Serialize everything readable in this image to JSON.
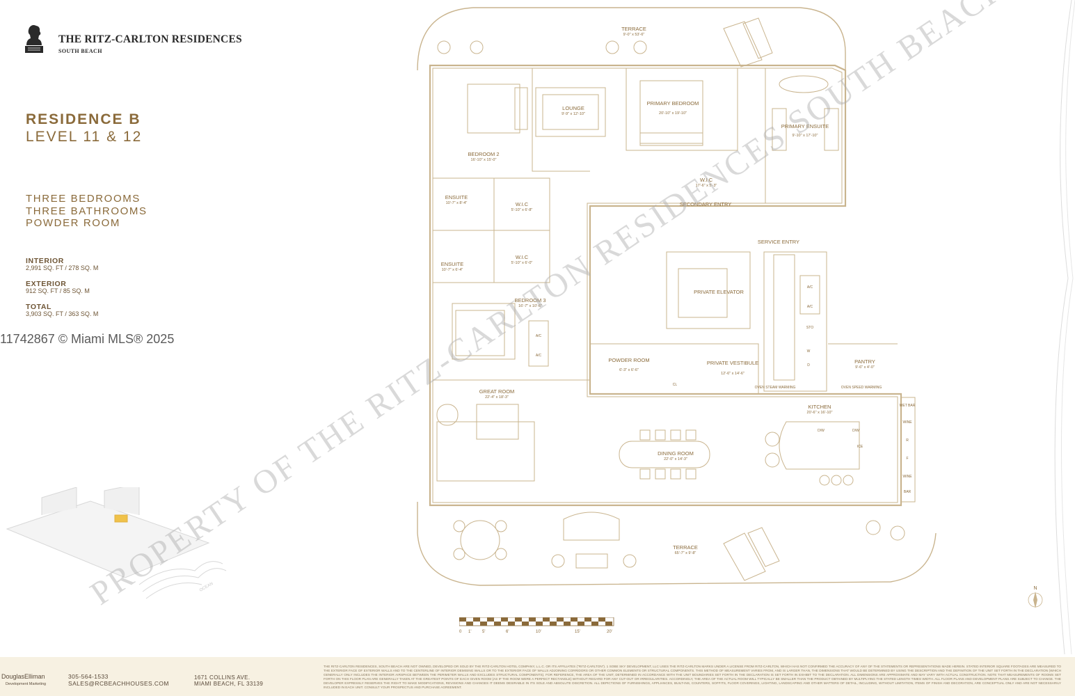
{
  "brand": {
    "name": "THE RITZ-CARLTON RESIDENCES",
    "location": "SOUTH BEACH"
  },
  "residence": {
    "title": "RESIDENCE B",
    "level": "LEVEL 11 & 12",
    "features": [
      "THREE BEDROOMS",
      "THREE BATHROOMS",
      "POWDER ROOM"
    ],
    "areas": [
      {
        "label": "INTERIOR",
        "value": "2,991 SQ. FT / 278 SQ. M"
      },
      {
        "label": "EXTERIOR",
        "value": "912 SQ. FT / 85 SQ. M"
      },
      {
        "label": "TOTAL",
        "value": "3,903 SQ. FT / 363 SQ. M"
      }
    ]
  },
  "mls_watermark": "11742867 © Miami MLS® 2025",
  "property_watermark": "PROPERTY OF THE RITZ-CARLTON RESIDENCES SOUTH BEACH",
  "ocean_label": "OCEAN",
  "north_label": "N",
  "rooms": [
    {
      "id": "terrace-top",
      "name": "TERRACE",
      "dims": "9'-0\" x 53'-6\""
    },
    {
      "id": "lounge",
      "name": "LOUNGE",
      "dims": "9'-9\" x 12'-10\""
    },
    {
      "id": "primary-bedroom",
      "name": "PRIMARY BEDROOM",
      "dims": "20'-10\" x 19'-10\""
    },
    {
      "id": "primary-ensuite",
      "name": "PRIMARY ENSUITE",
      "dims": "9'-10\" x 17'-10\""
    },
    {
      "id": "bedroom-2",
      "name": "BEDROOM 2",
      "dims": "16'-10\" x 15'-0\""
    },
    {
      "id": "wic-primary",
      "name": "W.I.C",
      "dims": "17'-6\" x 5'-3\""
    },
    {
      "id": "secondary-entry",
      "name": "SECONDARY ENTRY",
      "dims": ""
    },
    {
      "id": "ensuite-1",
      "name": "ENSUITE",
      "dims": "10'-7\" x 8'-4\""
    },
    {
      "id": "wic-1",
      "name": "W.I.C",
      "dims": "5'-10\" x 6'-8\""
    },
    {
      "id": "service-entry",
      "name": "SERVICE ENTRY",
      "dims": ""
    },
    {
      "id": "ensuite-2",
      "name": "ENSUITE",
      "dims": "10'-7\" x 6'-4\""
    },
    {
      "id": "wic-2",
      "name": "W.I.C",
      "dims": "5'-10\" x 6'-0\""
    },
    {
      "id": "private-elevator",
      "name": "PRIVATE ELEVATOR",
      "dims": ""
    },
    {
      "id": "bedroom-3",
      "name": "BEDROOM 3",
      "dims": "16'-7\" x 10'-6\""
    },
    {
      "id": "powder-room",
      "name": "POWDER ROOM",
      "dims": "6'-3\" x 6'-6\""
    },
    {
      "id": "private-vestibule",
      "name": "PRIVATE VESTIBULE",
      "dims": "12'-6\" x 14'-6\""
    },
    {
      "id": "pantry",
      "name": "PANTRY",
      "dims": "9'-6\" x 4'-0\""
    },
    {
      "id": "great-room",
      "name": "GREAT ROOM",
      "dims": "22'-4\" x 18'-3\""
    },
    {
      "id": "kitchen",
      "name": "KITCHEN",
      "dims": "20'-6\" x 16'-10\""
    },
    {
      "id": "dining-room",
      "name": "DINING ROOM",
      "dims": "22'-0\" x 14'-3\""
    },
    {
      "id": "terrace-bottom",
      "name": "TERRACE",
      "dims": "65'-7\" x 9'-8\""
    }
  ],
  "fixtures": [
    "A/C",
    "A/C",
    "A/C",
    "A/C",
    "STO",
    "W",
    "D",
    "CL",
    "OVEN STEAM WARMING",
    "OVEN SPEED WARMING",
    "WET BAR",
    "WINE",
    "R",
    "F",
    "WINE",
    "BAR",
    "D/W",
    "D/W",
    "ICE"
  ],
  "scale_labels": [
    "0",
    "1'",
    "5'",
    "6'",
    "10'",
    "15'",
    "20'"
  ],
  "footer": {
    "broker": "DouglasElliman",
    "broker_sub": "Development Marketing",
    "phone": "305-564-1533",
    "email": "SALES@RCBEACHHOUSES.COM",
    "address_line1": "1671 COLLINS AVE.",
    "address_line2": "MIAMI BEACH, FL 33139",
    "disclaimer": "THE RITZ-CARLTON RESIDENCES, SOUTH BEACH ARE NOT OWNED, DEVELOPED OR SOLD BY THE RITZ-CARLTON HOTEL COMPANY, L.L.C. OR ITS AFFILIATES (\"RITZ-CARLTON\"). 1 SOBE SKY DEVELOPMENT, LLC USES THE RITZ-CARLTON MARKS UNDER A LICENSE FROM RITZ-CARLTON, WHICH HAS NOT CONFIRMED THE ACCURACY OF ANY OF THE STATEMENTS OR REPRESENTATIONS MADE HEREIN. STATED INTERIOR SQUARE FOOTAGES ARE MEASURED TO THE EXTERIOR FACE OF EXTERIOR WALLS AND TO THE CENTERLINE OF INTERIOR DEMISING WALLS OR TO THE EXTERIOR FACE OF WALLS ADJOINING CORRIDORS OR OTHER COMMON ELEMENTS OR STRUCTURAL COMPONENTS. THIS METHOD OF MEASUREMENT VARIES FROM, AND IS LARGER THAN, THE DIMENSIONS THAT WOULD BE DETERMINED BY USING THE DESCRIPTION AND THE DEFINITION OF THE UNIT SET FORTH IN THE DECLARATION (WHICH GENERALLY ONLY INCLUDES THE INTERIOR AIRSPACE BETWEEN THE PERIMETER WALLS AND EXCLUDES STRUCTURAL COMPONENTS). FOR REFERENCE, THE AREA OF THE UNIT, DETERMINED IN ACCORDANCE WITH THE UNIT BOUNDARIES SET FORTH IN THE DECLARATION IS SET FORTH IN EXHIBIT TO THE DECLARATION. ALL DIMENSIONS ARE APPROXIMATE AND MAY VARY WITH ACTUAL CONSTRUCTION. NOTE THAT MEASUREMENTS OF ROOMS SET FORTH ON THIS FLOOR PLAN ARE GENERALLY TAKEN AT THE GREATEST POINTS OF EACH GIVEN ROOM (AS IF THE ROOM WERE A PERFECT RECTANGLE) WITHOUT REGARD FOR ANY CUT-OUT OR IRREGULARITIES. ACCORDINGLY, THE AREA OF THE ACTUAL ROOM WILL TYPICALLY BE SMALLER THAN THE PRODUCT OBTAINED BY MULTIPLYING THE STATED LENGTH TIMES WIDTH. ALL FLOOR PLANS AND DEVELOPMENT PLANS ARE SUBJECT TO CHANGE. THE DEVELOPER EXPRESSLY RESERVES THE RIGHT TO MAKE MODIFICATIONS, REVISIONS AND CHANGES IT DEEMS DESIRABLE IN ITS SOLE AND ABSOLUTE DISCRETION. ALL DEPICTIONS OF FURNISHINGS, APPLIANCES, BUILT-INS, COUNTERS, SOFFITS, FLOOR COVERINGS, LIGHTING, LANDSCAPING AND OTHER MATTERS OF DETAIL, INCLUDING, WITHOUT LIMITATION, ITEMS OF FINISH AND DECORATION, ARE CONCEPTUAL ONLY AND ARE NOT NECESSARILY INCLUDED IN EACH UNIT. CONSULT YOUR PROSPECTUS AND PURCHASE AGREEMENT."
  },
  "colors": {
    "gold": "#8a6a3a",
    "wall": "#c9b48e",
    "footer": "#f7f1e2"
  }
}
